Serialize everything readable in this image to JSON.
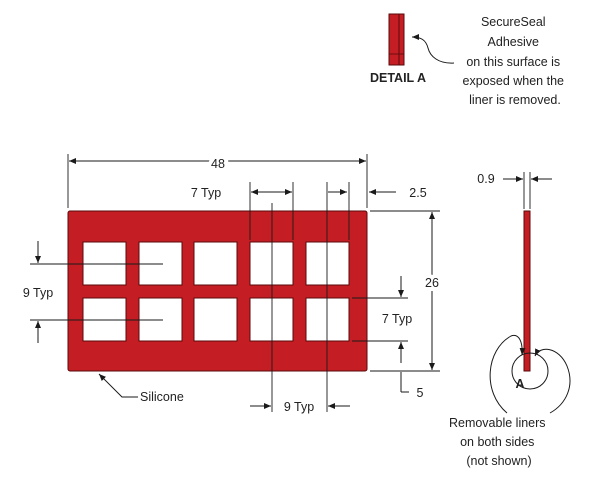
{
  "detail": {
    "label": "DETAIL A",
    "note": [
      "SecureSeal",
      "Adhesive",
      "on this surface is",
      "exposed when the",
      "liner is removed."
    ]
  },
  "dims": {
    "overall_width": "48",
    "height": "26",
    "top_right_margin": "2.5",
    "hole_width": "7 Typ",
    "hole_pitch_x": "9 Typ",
    "hole_pitch_y": "9 Typ",
    "hole_height": "7 Typ",
    "bottom_margin": "5",
    "thickness": "0.9"
  },
  "labels": {
    "material": "Silicone",
    "section_marker": "A",
    "liner_note": [
      "Removable liners",
      "on both sides",
      "(not shown)"
    ]
  },
  "colors": {
    "part_fill": "#c41d23",
    "part_stroke": "#5a0a0c",
    "line": "#1a1a1a"
  }
}
